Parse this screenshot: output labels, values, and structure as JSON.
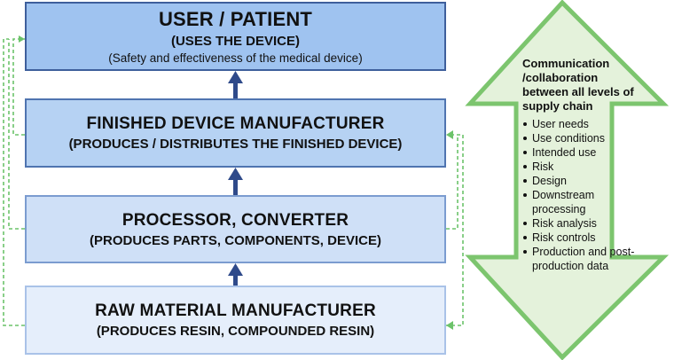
{
  "boxes": {
    "user": {
      "title": "USER / PATIENT",
      "subtitle": "(USES THE DEVICE)",
      "note": "(Safety and effectiveness of the medical device)"
    },
    "finished": {
      "title": "FINISHED DEVICE MANUFACTURER",
      "subtitle": "(PRODUCES / DISTRIBUTES THE FINISHED DEVICE)"
    },
    "processor": {
      "title": "PROCESSOR, CONVERTER",
      "subtitle": "(PRODUCES PARTS, COMPONENTS, DEVICE)"
    },
    "raw": {
      "title": "RAW MATERIAL MANUFACTURER",
      "subtitle": "(PRODUCES RESIN, COMPOUNDED RESIN)"
    }
  },
  "communication": {
    "heading": "Communication /collaboration between all levels of supply chain",
    "items": [
      "User needs",
      "Use conditions",
      "Intended use",
      "Risk",
      "Design",
      "Downstream processing",
      "Risk analysis",
      "Risk controls",
      "Production and post-production data"
    ]
  },
  "colors": {
    "flow_arrow": "#2f4a8a",
    "dashed_connector": "#6cc36a",
    "double_arrow_fill": "#e4f2db",
    "double_arrow_stroke": "#7cc56e"
  }
}
